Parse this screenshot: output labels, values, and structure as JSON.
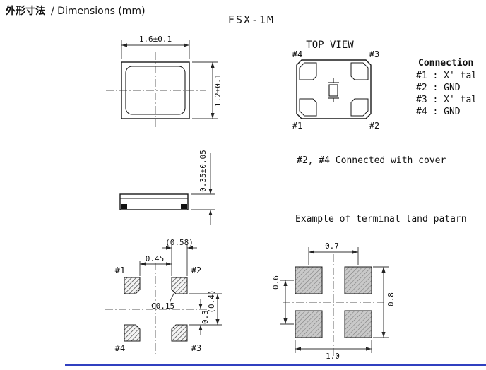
{
  "colors": {
    "title_jp": "#0000e0",
    "title_en": "#e400d6",
    "bottom_rule": "#3040c0"
  },
  "header": {
    "title_jp": "外形寸法",
    "title_en": "/ Dimensions (mm)",
    "part_number": "FSX-1M"
  },
  "outline_view": {
    "dim_width": "1.6±0.1",
    "dim_height": "1.2±0.1"
  },
  "side_view": {
    "dim_thickness": "0.35±0.05"
  },
  "top_view": {
    "label": "TOP VIEW",
    "pad_top_left": "#4",
    "pad_top_right": "#3",
    "pad_bottom_left": "#1",
    "pad_bottom_right": "#2"
  },
  "connection": {
    "heading": "Connection",
    "items": [
      "#1 : X' tal",
      "#2 : GND",
      "#3 : X' tal",
      "#4 : GND"
    ]
  },
  "notes": {
    "cover": "#2, #4 Connected with cover",
    "land_example": "Example of terminal land  patarn"
  },
  "land_detail": {
    "pad_top_left": "#1",
    "pad_top_right": "#2",
    "pad_bottom_left": "#4",
    "pad_bottom_right": "#3",
    "dim_a": "(0.58)",
    "dim_b": "0.45",
    "chamfer": "C0.15",
    "dim_c": "0.3",
    "dim_d": "(0.4)"
  },
  "land_example": {
    "dim_top": "0.7",
    "dim_left": "0.6",
    "dim_right": "0.8",
    "dim_bottom": "1.0"
  }
}
